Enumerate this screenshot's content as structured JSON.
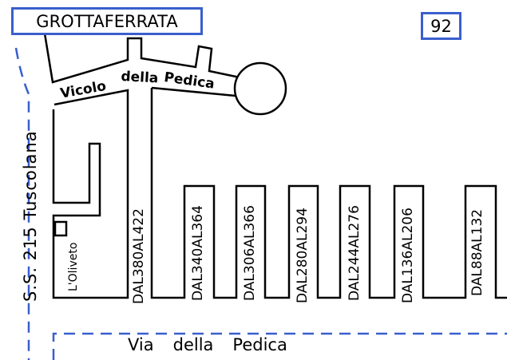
{
  "header": {
    "town": "GROTTAFERRATA",
    "page_number": "92"
  },
  "streets": {
    "main_road": "S.S.  215 Tuscolana",
    "vicolo_word1": "Vicolo",
    "vicolo_word2": "della",
    "vicolo_word3": "Pedica",
    "bottom_word1": "Via",
    "bottom_word2": "della",
    "bottom_word3": "Pedica"
  },
  "places": {
    "oliveto": "L'Oliveto"
  },
  "civic_ranges": [
    "DAL380AL422",
    "DAL340AL364",
    "DAL306AL366",
    "DAL280AL294",
    "DAL244AL276",
    "DAL136AL206",
    "DAL88AL132"
  ],
  "colors": {
    "frame_blue": "#3a5fcd",
    "dash_blue": "#3a5fcd",
    "line": "#000000"
  }
}
